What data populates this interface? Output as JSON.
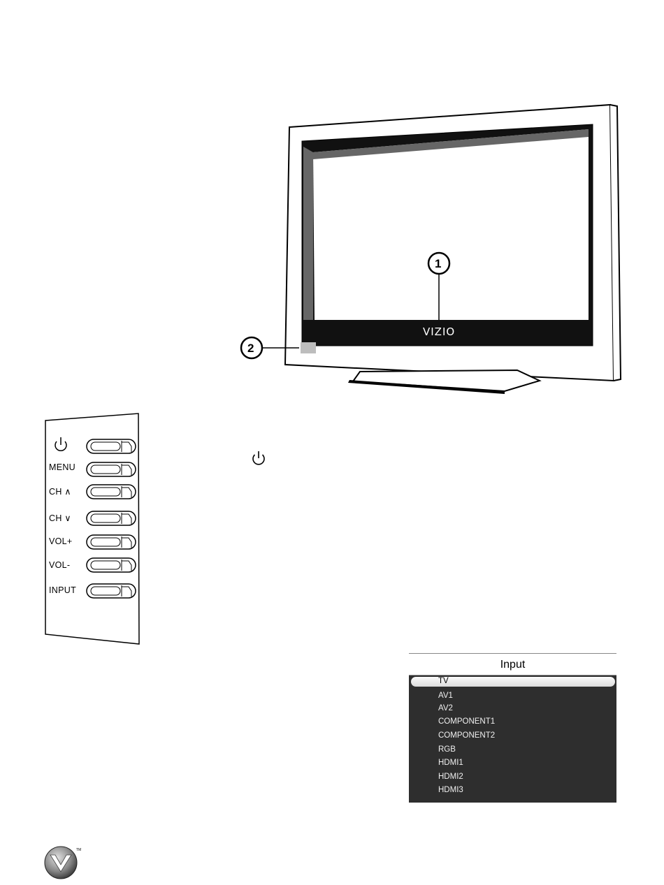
{
  "tv": {
    "brand": "VIZIO",
    "callouts": [
      "1",
      "2"
    ]
  },
  "side_panel": {
    "buttons": [
      {
        "label": "",
        "icon": "power-icon"
      },
      {
        "label": "MENU"
      },
      {
        "label": "CH ∧"
      },
      {
        "label": "CH ∨"
      },
      {
        "label": "VOL+"
      },
      {
        "label": "VOL-"
      },
      {
        "label": "INPUT"
      }
    ]
  },
  "inline_icon": "power-icon",
  "input_menu": {
    "title": "Input",
    "items": [
      "TV",
      "AV1",
      "AV2",
      "COMPONENT1",
      "COMPONENT2",
      "RGB",
      "HDMI1",
      "HDMI2",
      "HDMI3"
    ],
    "selected": "TV"
  },
  "logo": "vizio-v-logo"
}
